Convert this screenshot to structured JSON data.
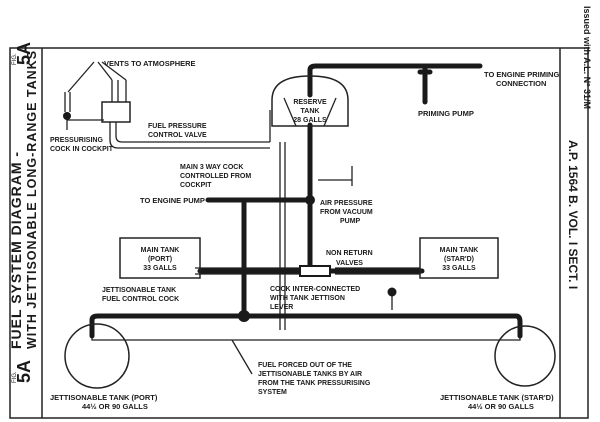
{
  "margin": {
    "fig_left": "FIG.",
    "fig_number": "5A",
    "title_line1": "FUEL SYSTEM DIAGRAM -",
    "title_line2": "WITH JETTISONABLE LONG-RANGE TANKS",
    "fig_left_bottom": "FIG.",
    "fig_number_bottom": "5A",
    "issued_with": "Issued with A.L. Nº 31/M",
    "ap_ref": "A.P. 1564 B. VOL. I SECT. I"
  },
  "labels": {
    "vents": "VENTS TO ATMOSPHERE",
    "fuel_pressure_1": "FUEL PRESSURE",
    "fuel_pressure_2": "CONTROL VALVE",
    "pressurising_1": "PRESSURISING",
    "pressurising_2": "COCK IN COCKPIT",
    "reserve_1": "RESERVE",
    "reserve_2": "TANK",
    "reserve_3": "28 GALLS",
    "priming_pump": "PRIMING PUMP",
    "engine_priming_1": "TO ENGINE PRIMING",
    "engine_priming_2": "CONNECTION",
    "three_way_1": "MAIN 3 WAY COCK",
    "three_way_2": "CONTROLLED FROM",
    "three_way_3": "COCKPIT",
    "engine_pump": "TO ENGINE PUMP",
    "air_pressure_1": "AIR PRESSURE",
    "air_pressure_2": "FROM VACUUM",
    "air_pressure_3": "PUMP",
    "main_port_1": "MAIN TANK",
    "main_port_2": "(PORT)",
    "main_port_3": "33 GALLS",
    "main_stbd_1": "MAIN TANK",
    "main_stbd_2": "(STAR'D)",
    "main_stbd_3": "33 GALLS",
    "non_return_1": "NON RETURN",
    "non_return_2": "VALVES",
    "jett_cock_1": "JETTISONABLE TANK",
    "jett_cock_2": "FUEL CONTROL COCK",
    "inter_1": "COCK INTER-CONNECTED",
    "inter_2": "WITH TANK JETTISON",
    "inter_3": "LEVER",
    "forced_1": "FUEL FORCED OUT OF THE",
    "forced_2": "JETTISONABLE TANKS BY AIR",
    "forced_3": "FROM THE TANK PRESSURISING",
    "forced_4": "SYSTEM",
    "jett_port_1": "JETTISONABLE TANK (PORT)",
    "jett_port_2": "44½ OR 90 GALLS",
    "jett_stbd_1": "JETTISONABLE TANK (STAR'D)",
    "jett_stbd_2": "44½ OR 90 GALLS"
  }
}
